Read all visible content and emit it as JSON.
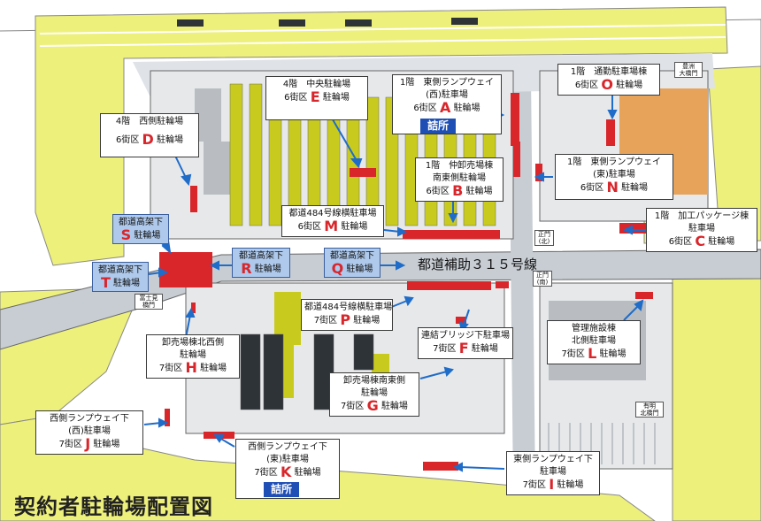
{
  "title": "契約者駐輪場配置図",
  "road": "都道補助３１５号線",
  "gates": {
    "toyosu_ohashi": [
      "豊洲",
      "大橋門"
    ],
    "seimon_north": [
      "正門",
      "(北)"
    ],
    "seimon_south": [
      "正門",
      "(南)"
    ],
    "fujimi_bashi": [
      "富士見",
      "橋門"
    ],
    "ariake_kitabashi": [
      "有明",
      "北橋門"
    ]
  },
  "lots": {
    "E": {
      "floor": "4階",
      "name": "中央駐輪場",
      "district": "6街区",
      "letter": "E",
      "suffix": "駐輪場"
    },
    "A": {
      "floor": "1階",
      "name": "東側ランプウェイ",
      "name2": "(西)駐車場",
      "district": "6街区",
      "letter": "A",
      "suffix": "駐輪場",
      "post": "詰所"
    },
    "O": {
      "floor": "1階",
      "name": "通勤駐車場棟",
      "district": "6街区",
      "letter": "O",
      "suffix": "駐輪場"
    },
    "D": {
      "floor": "4階",
      "name": "西側駐輪場",
      "district": "6街区",
      "letter": "D",
      "suffix": "駐輪場"
    },
    "B": {
      "floor": "1階",
      "name": "仲卸売場棟",
      "name2": "南東側駐輪場",
      "district": "6街区",
      "letter": "B",
      "suffix": "駐輪場"
    },
    "N": {
      "floor": "1階",
      "name": "東側ランプウェイ",
      "name2": "(東)駐車場",
      "district": "6街区",
      "letter": "N",
      "suffix": "駐輪場"
    },
    "M": {
      "name": "都道484号線横駐車場",
      "district": "6街区",
      "letter": "M",
      "suffix": "駐輪場"
    },
    "C": {
      "floor": "1階",
      "name": "加工パッケージ棟",
      "name2": "駐車場",
      "district": "6街区",
      "letter": "C",
      "suffix": "駐輪場"
    },
    "S": {
      "name": "都道高架下",
      "letter": "S",
      "suffix": "駐輪場"
    },
    "T": {
      "name": "都道高架下",
      "letter": "T",
      "suffix": "駐輪場"
    },
    "R": {
      "name": "都道高架下",
      "letter": "R",
      "suffix": "駐輪場"
    },
    "Q": {
      "name": "都道高架下",
      "letter": "Q",
      "suffix": "駐輪場"
    },
    "P": {
      "name": "都道484号線横駐車場",
      "district": "7街区",
      "letter": "P",
      "suffix": "駐輪場"
    },
    "F": {
      "name": "連結ブリッジ下駐車場",
      "district": "7街区",
      "letter": "F",
      "suffix": "駐輪場"
    },
    "L": {
      "name": "管理施設棟",
      "name2": "北側駐車場",
      "district": "7街区",
      "letter": "L",
      "suffix": "駐輪場"
    },
    "H": {
      "name": "卸売場棟北西側",
      "name2": "駐輪場",
      "district": "7街区",
      "letter": "H",
      "suffix": "駐輪場"
    },
    "G": {
      "name": "卸売場棟南東側",
      "name2": "駐輪場",
      "district": "7街区",
      "letter": "G",
      "suffix": "駐輪場"
    },
    "J": {
      "name": "西側ランプウェイ下",
      "name2": "(西)駐車場",
      "district": "7街区",
      "letter": "J",
      "suffix": "駐輪場"
    },
    "K": {
      "name": "西側ランプウェイ下",
      "name2": "(東)駐車場",
      "district": "7街区",
      "letter": "K",
      "suffix": "駐輪場",
      "post": "詰所"
    },
    "I": {
      "name": "東側ランプウェイ下",
      "name2": "駐車場",
      "district": "7街区",
      "letter": "I",
      "suffix": "駐輪場"
    }
  },
  "colors": {
    "land": "#eef07c",
    "building": "#c8cb1e",
    "road": "#c7cdd3",
    "parking": "#d8262b",
    "orange": "#e7a35a",
    "label_blue": "#aec9ec",
    "post_blue": "#1f4fb5"
  }
}
